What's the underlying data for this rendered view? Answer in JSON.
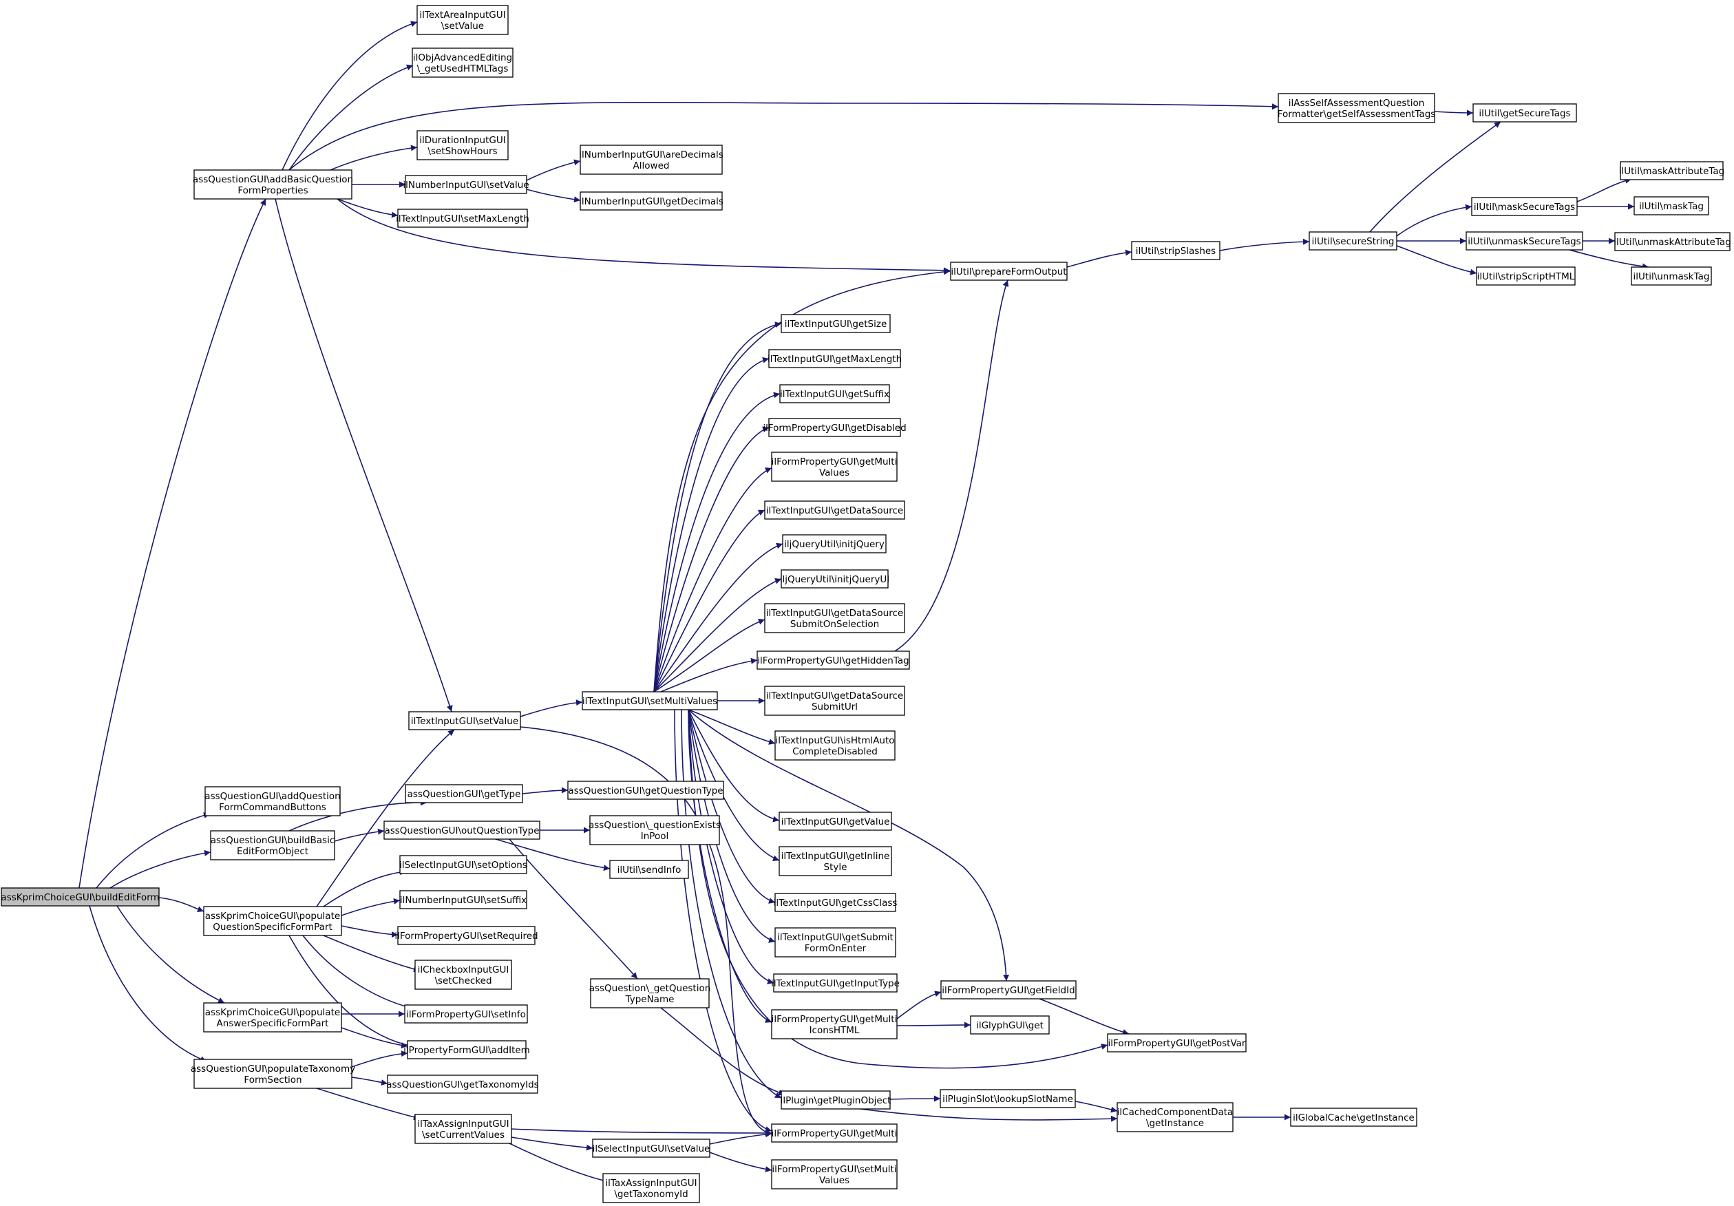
{
  "colors": {
    "edge": "#191970",
    "node_border": "#000000",
    "node_fill": "#ffffff",
    "root_fill": "#bfbfbf"
  },
  "nodes": {
    "root": [
      "assKprimChoiceGUI\\buildEditForm"
    ],
    "addBasicQuestionFormProperties": [
      "assQuestionGUI\\addBasicQuestion",
      "FormProperties"
    ],
    "addQuestionFormCommandButtons": [
      "assQuestionGUI\\addQuestion",
      "FormCommandButtons"
    ],
    "buildBasicEditFormObject": [
      "assQuestionGUI\\buildBasic",
      "EditFormObject"
    ],
    "populateQuestionSpecificFormPart": [
      "assKprimChoiceGUI\\populate",
      "QuestionSpecificFormPart"
    ],
    "populateAnswerSpecificFormPart": [
      "assKprimChoiceGUI\\populate",
      "AnswerSpecificFormPart"
    ],
    "populateTaxonomyFormSection": [
      "assQuestionGUI\\populateTaxonomy",
      "FormSection"
    ],
    "textAreaSetValue": [
      "ilTextAreaInputGUI",
      "\\setValue"
    ],
    "getUsedHTMLTags": [
      "ilObjAdvancedEditing",
      "\\_getUsedHTMLTags"
    ],
    "setShowHours": [
      "ilDurationInputGUI",
      "\\setShowHours"
    ],
    "numberSetValue": [
      "ilNumberInputGUI\\setValue"
    ],
    "setMaxLength": [
      "ilTextInputGUI\\setMaxLength"
    ],
    "textSetValue": [
      "ilTextInputGUI\\setValue"
    ],
    "getType": [
      "assQuestionGUI\\getType"
    ],
    "outQuestionType": [
      "assQuestionGUI\\outQuestionType"
    ],
    "setOptions": [
      "ilSelectInputGUI\\setOptions"
    ],
    "setSuffix": [
      "ilNumberInputGUI\\setSuffix"
    ],
    "setRequired": [
      "ilFormPropertyGUI\\setRequired"
    ],
    "setChecked": [
      "ilCheckboxInputGUI",
      "\\setChecked"
    ],
    "setInfo": [
      "ilFormPropertyGUI\\setInfo"
    ],
    "addItem": [
      "ilPropertyFormGUI\\addItem"
    ],
    "getTaxonomyIds": [
      "assQuestionGUI\\getTaxonomyIds"
    ],
    "setCurrentValues": [
      "ilTaxAssignInputGUI",
      "\\setCurrentValues"
    ],
    "areDecimalsAllowed": [
      "ilNumberInputGUI\\areDecimals",
      "Allowed"
    ],
    "getDecimals": [
      "ilNumberInputGUI\\getDecimals"
    ],
    "setMultiValues": [
      "ilTextInputGUI\\setMultiValues"
    ],
    "getQuestionType": [
      "assQuestionGUI\\getQuestionType"
    ],
    "questionExistsInPool": [
      "assQuestion\\_questionExists",
      "InPool"
    ],
    "sendInfo": [
      "ilUtil\\sendInfo"
    ],
    "getQuestionTypeName": [
      "assQuestion\\_getQuestion",
      "TypeName"
    ],
    "selectSetValue": [
      "ilSelectInputGUI\\setValue"
    ],
    "getTaxonomyId": [
      "ilTaxAssignInputGUI",
      "\\getTaxonomyId"
    ],
    "getSize": [
      "ilTextInputGUI\\getSize"
    ],
    "getMaxLength": [
      "ilTextInputGUI\\getMaxLength"
    ],
    "getSuffix": [
      "ilTextInputGUI\\getSuffix"
    ],
    "getDisabled": [
      "ilFormPropertyGUI\\getDisabled"
    ],
    "getMultiValues": [
      "ilFormPropertyGUI\\getMulti",
      "Values"
    ],
    "getDataSource": [
      "ilTextInputGUI\\getDataSource"
    ],
    "initjQuery": [
      "iljQueryUtil\\initjQuery"
    ],
    "initjQueryUI": [
      "iljQueryUtil\\initjQueryUI"
    ],
    "getDataSourceSubmitOnSelection": [
      "ilTextInputGUI\\getDataSource",
      "SubmitOnSelection"
    ],
    "getHiddenTag": [
      "ilFormPropertyGUI\\getHiddenTag"
    ],
    "getDataSourceSubmitUrl": [
      "ilTextInputGUI\\getDataSource",
      "SubmitUrl"
    ],
    "isHtmlAutoCompleteDisabled": [
      "ilTextInputGUI\\isHtmlAuto",
      "CompleteDisabled"
    ],
    "getValue": [
      "ilTextInputGUI\\getValue"
    ],
    "getInlineStyle": [
      "ilTextInputGUI\\getInline",
      "Style"
    ],
    "getCssClass": [
      "ilTextInputGUI\\getCssClass"
    ],
    "getSubmitFormOnEnter": [
      "ilTextInputGUI\\getSubmit",
      "FormOnEnter"
    ],
    "getInputType": [
      "ilTextInputGUI\\getInputType"
    ],
    "getMultiIconsHTML": [
      "ilFormPropertyGUI\\getMulti",
      "IconsHTML"
    ],
    "getPluginObject": [
      "ilPlugin\\getPluginObject"
    ],
    "getMulti": [
      "ilFormPropertyGUI\\getMulti"
    ],
    "setMultiValuesProp": [
      "ilFormPropertyGUI\\setMulti",
      "Values"
    ],
    "prepareFormOutput": [
      "ilUtil\\prepareFormOutput"
    ],
    "getFieldId": [
      "ilFormPropertyGUI\\getFieldId"
    ],
    "glyphGet": [
      "ilGlyphGUI\\get"
    ],
    "getPostVar": [
      "ilFormPropertyGUI\\getPostVar"
    ],
    "lookupSlotName": [
      "ilPluginSlot\\lookupSlotName"
    ],
    "cachedGetInstance": [
      "ilCachedComponentData",
      "\\getInstance"
    ],
    "globalGetInstance": [
      "ilGlobalCache\\getInstance"
    ],
    "stripSlashes": [
      "ilUtil\\stripSlashes"
    ],
    "secureString": [
      "ilUtil\\secureString"
    ],
    "selfAssessmentFormatter": [
      "ilAssSelfAssessmentQuestion",
      "Formatter\\getSelfAssessmentTags"
    ],
    "getSecureTags": [
      "ilUtil\\getSecureTags"
    ],
    "maskSecureTags": [
      "ilUtil\\maskSecureTags"
    ],
    "unmaskSecureTags": [
      "ilUtil\\unmaskSecureTags"
    ],
    "stripScriptHTML": [
      "ilUtil\\stripScriptHTML"
    ],
    "maskAttributeTag": [
      "ilUtil\\maskAttributeTag"
    ],
    "maskTag": [
      "ilUtil\\maskTag"
    ],
    "unmaskAttributeTag": [
      "ilUtil\\unmaskAttributeTag"
    ],
    "unmaskTag": [
      "ilUtil\\unmaskTag"
    ]
  }
}
